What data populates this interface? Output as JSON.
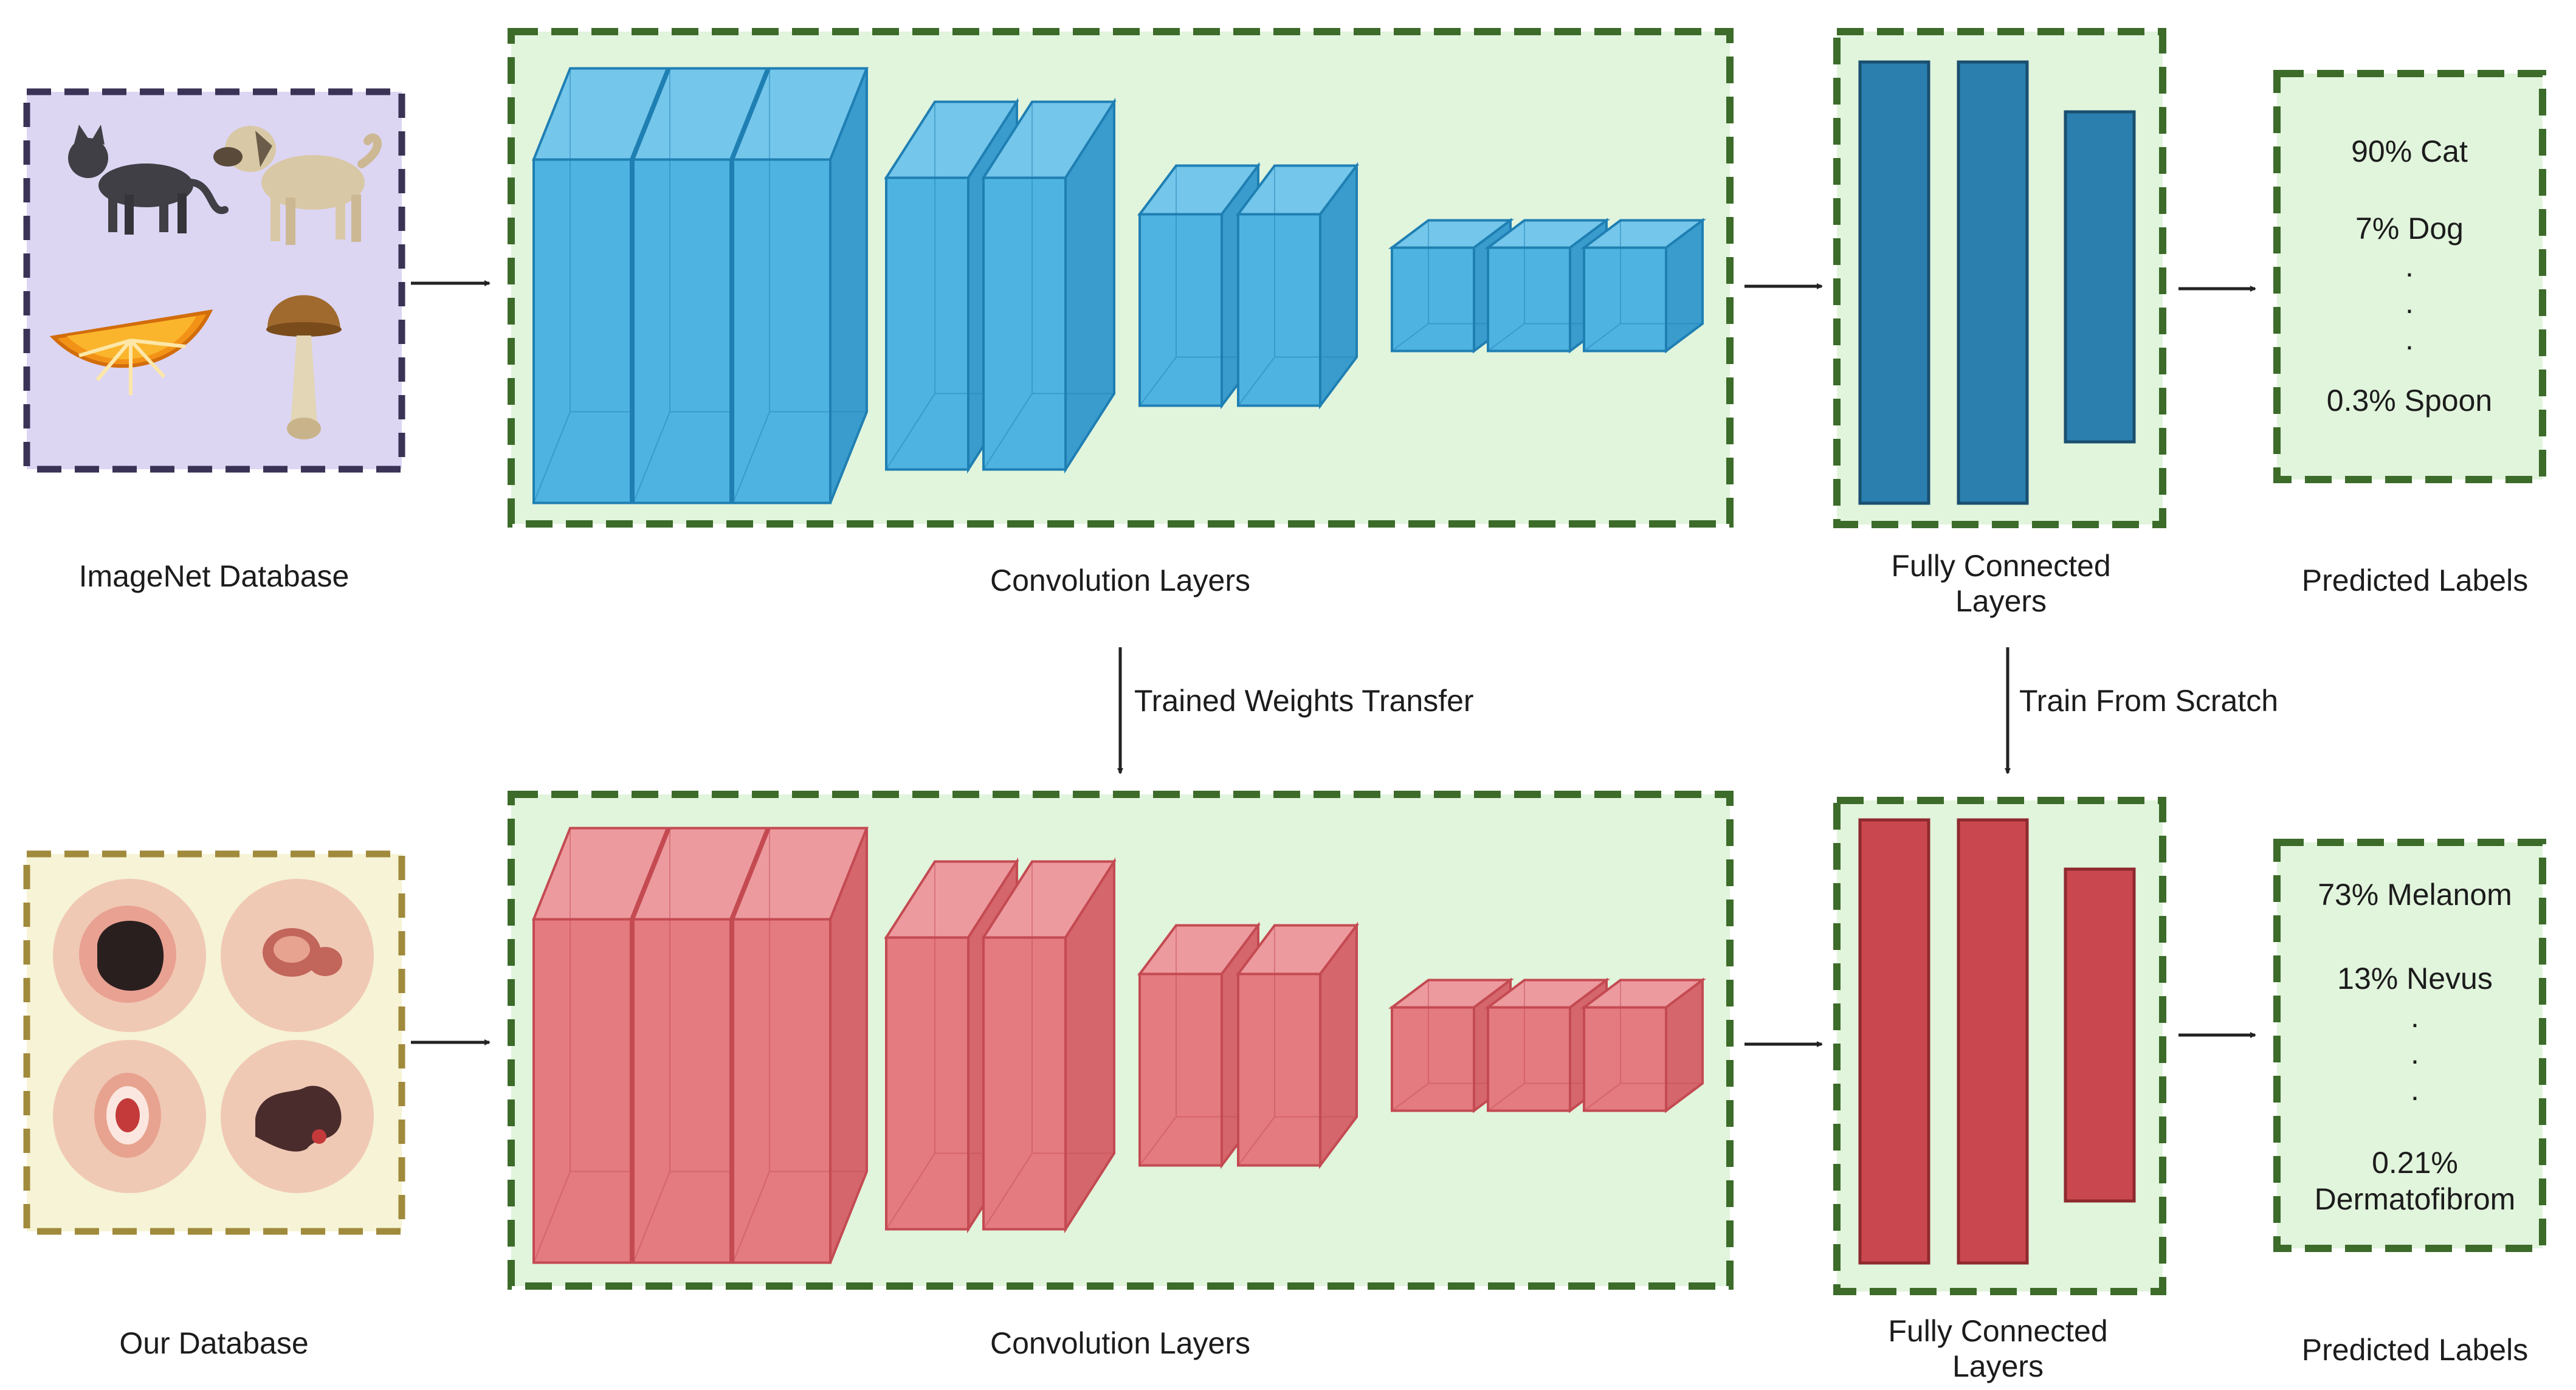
{
  "colors": {
    "imagenet_box_fill": "#dcd6f3",
    "imagenet_box_border": "#3b3356",
    "our_box_fill": "#f6f3d6",
    "our_box_border": "#a08a3c",
    "stage_fill": "#e1f4dc",
    "stage_border": "#3c6b2a",
    "blue_face": "#4eb3e0",
    "blue_top": "#74c6ea",
    "blue_side": "#3a9ccc",
    "blue_edge": "#1f7fb3",
    "red_face": "#e37b80",
    "red_top": "#ec9a9e",
    "red_side": "#d4666c",
    "red_edge": "#c44a52",
    "fc_blue": "#2a7fae",
    "fc_blue_edge": "#1a4f70",
    "fc_red": "#c9474e",
    "fc_red_edge": "#8e2a2f",
    "arrow": "#222222"
  },
  "top_row": {
    "database_label": "ImageNet Database",
    "database_icons": [
      "cat-icon",
      "dog-icon",
      "orange-slice-icon",
      "mushroom-icon"
    ],
    "conv_label": "Convolution Layers",
    "fc_label_line1": "Fully Connected",
    "fc_label_line2": "Layers",
    "predictions": {
      "line1": "90% Cat",
      "line2": "7% Dog",
      "dots": ".",
      "line3": "0.3% Spoon"
    },
    "predicted_label": "Predicted Labels"
  },
  "transfer": {
    "weights_label": "Trained Weights Transfer",
    "scratch_label": "Train From Scratch"
  },
  "bottom_row": {
    "database_label": "Our  Database",
    "database_icons": [
      "skin-lesion-melanoma-icon",
      "skin-lesion-nevus-icon",
      "skin-lesion-ulcer-icon",
      "skin-lesion-irregular-icon"
    ],
    "conv_label": "Convolution Layers",
    "fc_label_line1": "Fully Connected",
    "fc_label_line2": "Layers",
    "predictions": {
      "line1": "73% Melanom",
      "line2": "13% Nevus",
      "dots": ".",
      "line3a": "0.21%",
      "line3b": "Dermatofibrom"
    },
    "predicted_label": "Predicted Labels"
  }
}
